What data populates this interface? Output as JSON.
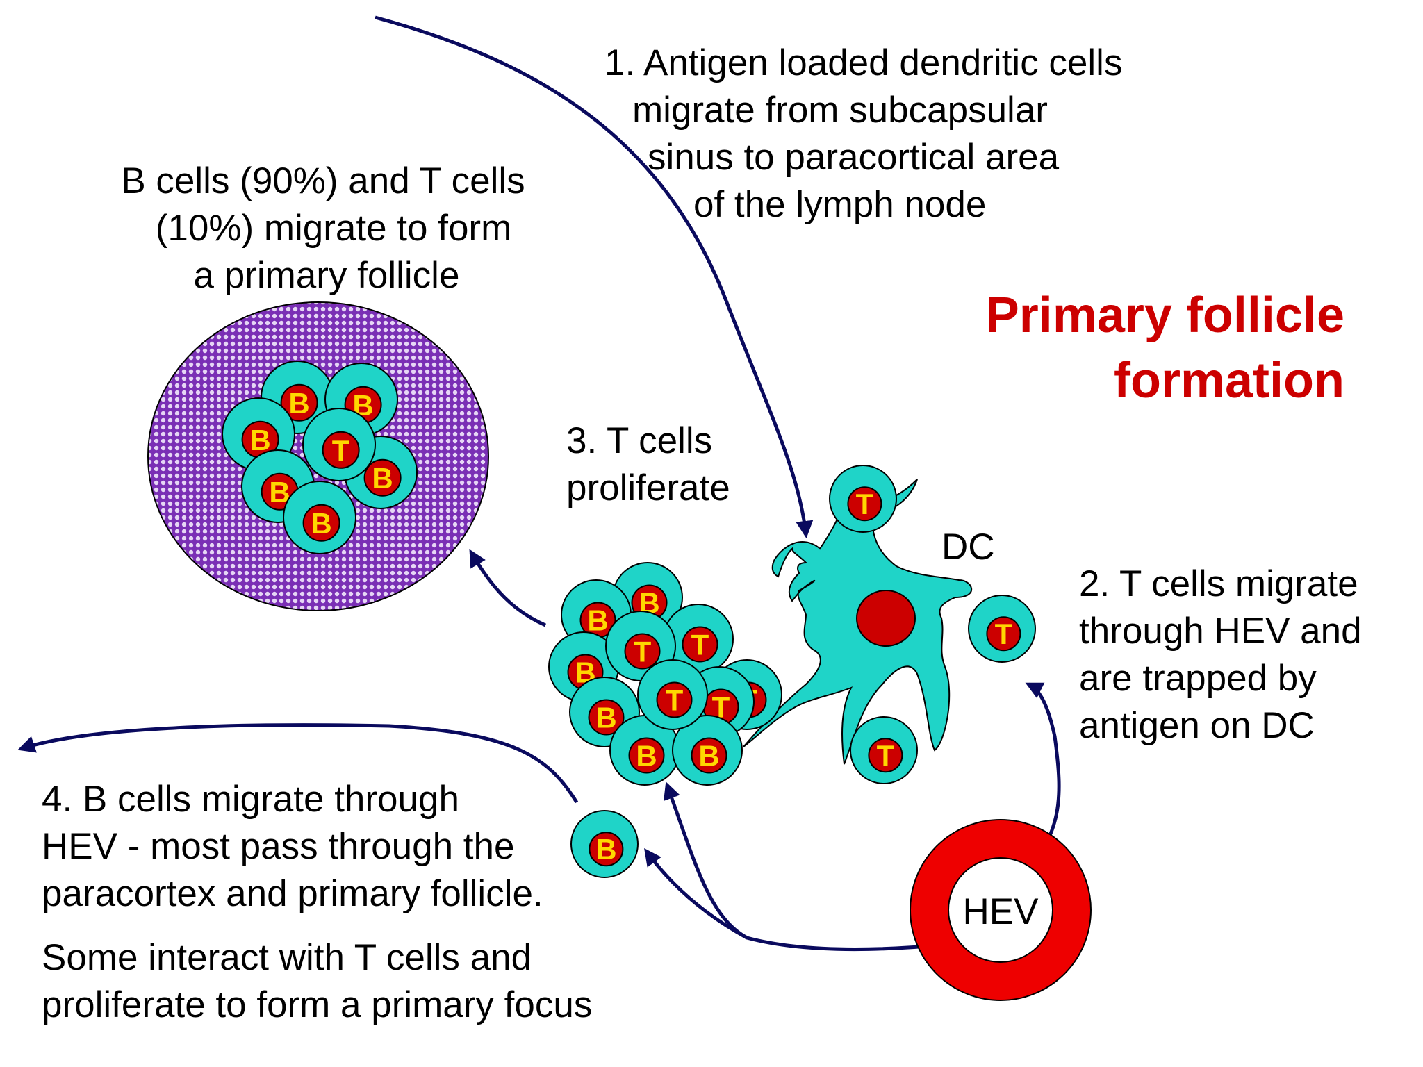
{
  "title": [
    "Primary follicle",
    "formation"
  ],
  "step1": [
    "1. Antigen loaded dendritic cells",
    "migrate from subcapsular",
    "sinus to paracortical area",
    "of the lymph node"
  ],
  "follicle_text": [
    "B cells (90%) and T cells",
    "(10%) migrate to form",
    "a primary follicle"
  ],
  "step3": [
    "3. T cells",
    "proliferate"
  ],
  "step2": [
    "2. T cells migrate",
    "through HEV and",
    "are trapped by",
    "antigen on DC"
  ],
  "step4": [
    "4. B cells migrate through",
    "HEV - most pass through the",
    "paracortex and primary follicle."
  ],
  "step4b": [
    "Some interact with T cells and",
    "proliferate to form a primary focus"
  ],
  "labels": {
    "dc": "DC",
    "hev": "HEV",
    "b": "B",
    "t": "T"
  },
  "colors": {
    "title": "#cc0000",
    "cell_fill": "#1fd4c8",
    "nucleus_fill": "#cc0000",
    "letter": "#ffd700",
    "arrow": "#0a0a5e",
    "follicle": "#8a3fc8",
    "hev_ring": "#ee0000"
  }
}
